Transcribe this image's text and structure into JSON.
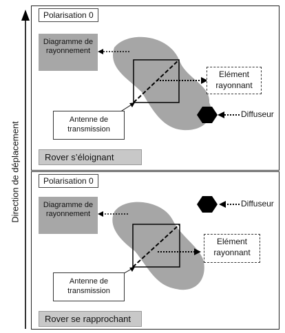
{
  "axis": {
    "label": "Direction de déplacement"
  },
  "panels": [
    {
      "polarisation": "Polarisation 0",
      "diagram_label": "Diagramme de rayonnement",
      "element_label": "Elément rayonnant",
      "antenna_label": "Antenne de transmission",
      "diffuser_label": "Diffuseur",
      "status": "Rover s’éloignant"
    },
    {
      "polarisation": "Polarisation 0",
      "diagram_label": "Diagramme de rayonnement",
      "element_label": "Elément rayonnant",
      "antenna_label": "Antenne de transmission",
      "diffuser_label": "Diffuseur",
      "status": "Rover se rapprochant"
    }
  ],
  "colors": {
    "lobe": "#a6a6a6",
    "diffuser": "#000000",
    "box_gray": "#a7a7a7",
    "status_bg": "#c8c8c8"
  }
}
